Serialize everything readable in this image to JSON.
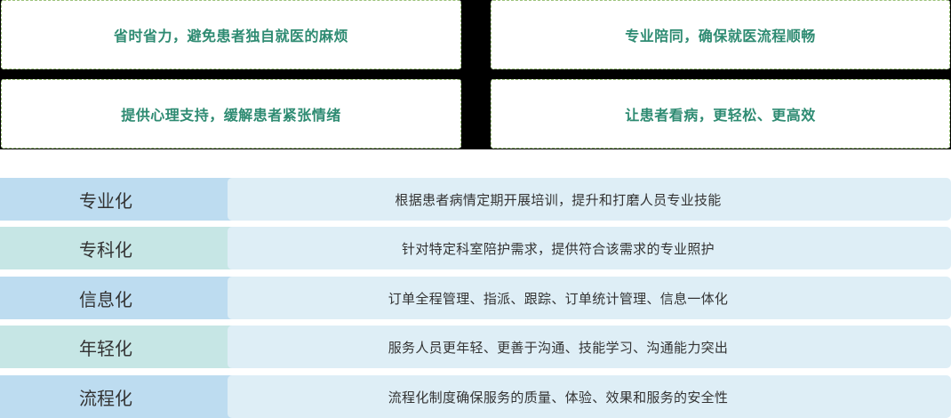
{
  "benefits": [
    {
      "text": "省时省力，避免患者独自就医的麻烦"
    },
    {
      "text": "专业陪同，确保就医流程顺畅"
    },
    {
      "text": "提供心理支持，缓解患者紧张情绪"
    },
    {
      "text": "让患者看病，更轻松、更高效"
    }
  ],
  "features": [
    {
      "label": "专业化",
      "description": "根据患者病情定期开展培训，提升和打磨人员专业技能",
      "color": "#bddcf0"
    },
    {
      "label": "专科化",
      "description": "针对特定科室陪护需求，提供符合该需求的专业照护",
      "color": "#c6e6e5"
    },
    {
      "label": "信息化",
      "description": "订单全程管理、指派、跟踪、订单统计管理、信息一体化",
      "color": "#bddcf0"
    },
    {
      "label": "年轻化",
      "description": "服务人员更年轻、更善于沟通、技能学习、沟通能力突出",
      "color": "#c6e6e5"
    },
    {
      "label": "流程化",
      "description": "流程化制度确保服务的质量、体验、效果和服务的安全性",
      "color": "#bddcf0"
    }
  ],
  "colors": {
    "card_text": "#2e8b72",
    "card_border": "#9cc27a",
    "row_desc_bg": "#deeef6"
  }
}
